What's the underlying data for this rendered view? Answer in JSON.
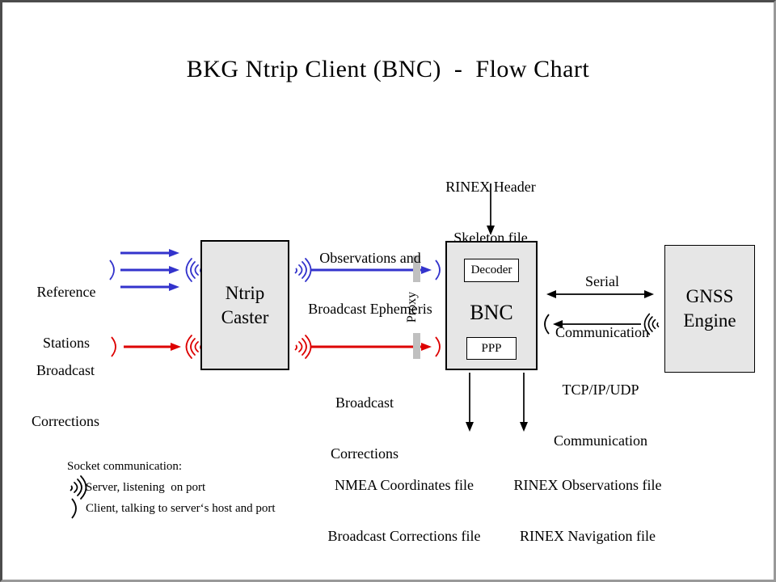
{
  "title": "BKG Ntrip Client (BNC)  -  Flow Chart",
  "colors": {
    "stream_blue": "#3333cc",
    "corrections_red": "#dd0000",
    "box_fill": "#e6e6e6",
    "proxy_bar_gray": "#c0c0c0",
    "frame_dark": "#4c4c4c",
    "frame_light": "#999999"
  },
  "boxes": {
    "ntrip_caster": {
      "line1": "Ntrip",
      "line2": "Caster"
    },
    "bnc": {
      "label": "BNC",
      "decoder": "Decoder",
      "ppp": "PPP"
    },
    "gnss_engine": {
      "line1": "GNSS",
      "line2": "Engine"
    }
  },
  "labels": {
    "reference_stations": {
      "line1": "Reference",
      "line2": "Stations"
    },
    "broadcast_corrections_input": {
      "line1": "Broadcast",
      "line2": "Corrections"
    },
    "observations_stream": {
      "line1": "Observations and",
      "line2": "Broadcast Ephemeris"
    },
    "broadcast_corrections_stream": {
      "line1": "Broadcast",
      "line2": "Corrections"
    },
    "rinex_header": {
      "line1": "RINEX Header",
      "line2": "Skeleton file"
    },
    "serial_comm": {
      "line1": "Serial",
      "line2": "Communication"
    },
    "tcp_comm": {
      "line1": "TCP/IP/UDP",
      "line2": "Communication"
    },
    "proxy": "Proxy",
    "nmea_output": {
      "line1": "NMEA Coordinates file",
      "line2": "Broadcast Corrections file"
    },
    "rinex_output": {
      "line1": "RINEX Observations file",
      "line2": "RINEX Navigation file"
    }
  },
  "legend": {
    "title": "Socket communication:",
    "server": "Server, listening  on port",
    "client": "Client, talking to server‘s host and port"
  }
}
